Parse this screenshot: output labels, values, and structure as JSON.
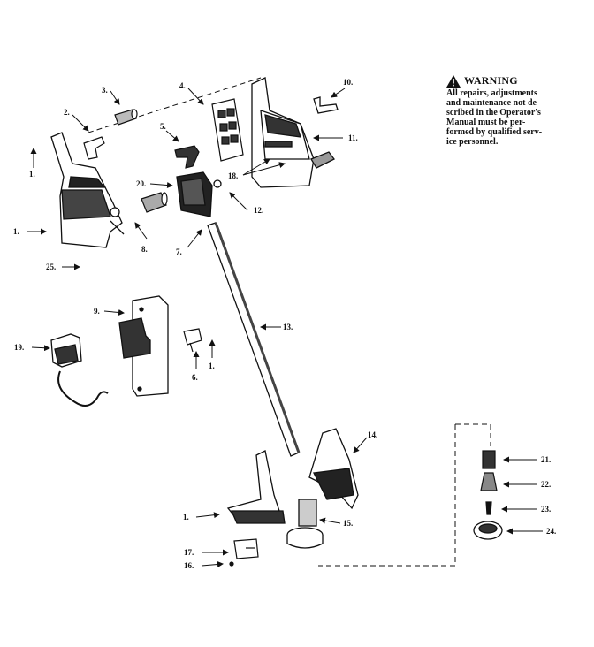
{
  "warning": {
    "title": "WARNING",
    "lines": [
      "All repairs, adjustments",
      "and maintenance not de-",
      "scribed in the Operator's",
      "Manual must be per-",
      "formed by qualified serv-",
      "ice personnel."
    ]
  },
  "callouts": {
    "c1a": "1.",
    "c1b": "1.",
    "c1c": "1.",
    "c1d": "1.",
    "c2": "2.",
    "c3": "3.",
    "c4": "4.",
    "c5": "5.",
    "c6": "6.",
    "c7": "7.",
    "c8": "8.",
    "c9": "9.",
    "c10": "10.",
    "c11": "11.",
    "c12": "12.",
    "c13": "13.",
    "c14": "14.",
    "c15": "15.",
    "c16": "16.",
    "c17": "17.",
    "c18": "18.",
    "c19": "19.",
    "c20": "20.",
    "c21": "21.",
    "c22": "22.",
    "c23": "23.",
    "c24": "24.",
    "c25": "25."
  },
  "colors": {
    "ink": "#111111",
    "paper": "#ffffff",
    "shade": "#555555"
  }
}
